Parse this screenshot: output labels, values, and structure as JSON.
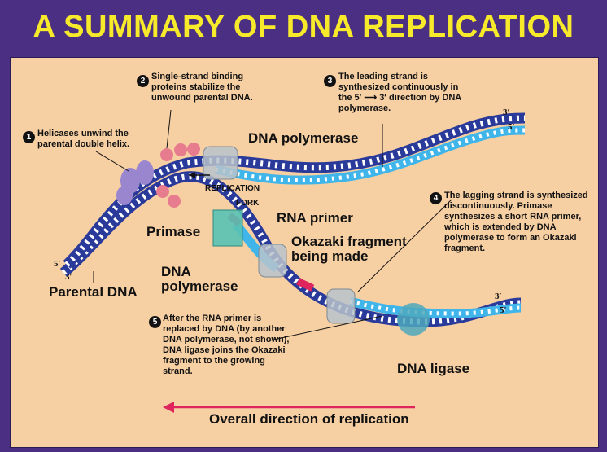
{
  "title": "A SUMMARY OF DNA REPLICATION",
  "callouts": [
    {
      "num": "1",
      "text": "Helicases unwind the parental double helix."
    },
    {
      "num": "2",
      "text": "Single-strand binding proteins stabilize the unwound parental DNA."
    },
    {
      "num": "3",
      "text": "The leading strand is synthesized continuously in the 5′ ⟶ 3′ direction by DNA polymerase."
    },
    {
      "num": "4",
      "text": "The lagging strand is synthesized discontinuously. Primase synthesizes a short RNA primer, which is extended by DNA polymerase to form an Okazaki fragment."
    },
    {
      "num": "5",
      "text": "After the RNA primer is replaced by DNA (by another DNA polymerase, not shown), DNA ligase joins the Okazaki fragment to the growing strand."
    }
  ],
  "labels": {
    "dna_polymerase_top": "DNA polymerase",
    "replication_fork_1": "Replication",
    "replication_fork_2": "fork",
    "rna_primer": "RNA primer",
    "primase": "Primase",
    "okazaki_1": "Okazaki fragment",
    "okazaki_2": "being made",
    "dna_polymerase_left_1": "DNA",
    "dna_polymerase_left_2": "polymerase",
    "parental_dna": "Parental DNA",
    "dna_ligase": "DNA ligase",
    "direction": "Overall direction of replication"
  },
  "ends": {
    "left_5": "5′",
    "left_3": "3′",
    "top_3": "3′",
    "top_5": "5′",
    "bottom_3": "3′",
    "bottom_5": "5′"
  },
  "colors": {
    "background": "#4b2f83",
    "title": "#f7ea2a",
    "panel": "#f6cfa3",
    "parental_strand": "#2a3a9a",
    "new_strand": "#3fb5ea",
    "rna_primer": "#e0245e",
    "helicase": "#9a86cf",
    "ssb": "#e77c8f",
    "primase": "#58c2b4",
    "polymerase": "#b9c3cb",
    "ligase": "#4ea8bd",
    "arrow": "#e0245e"
  }
}
